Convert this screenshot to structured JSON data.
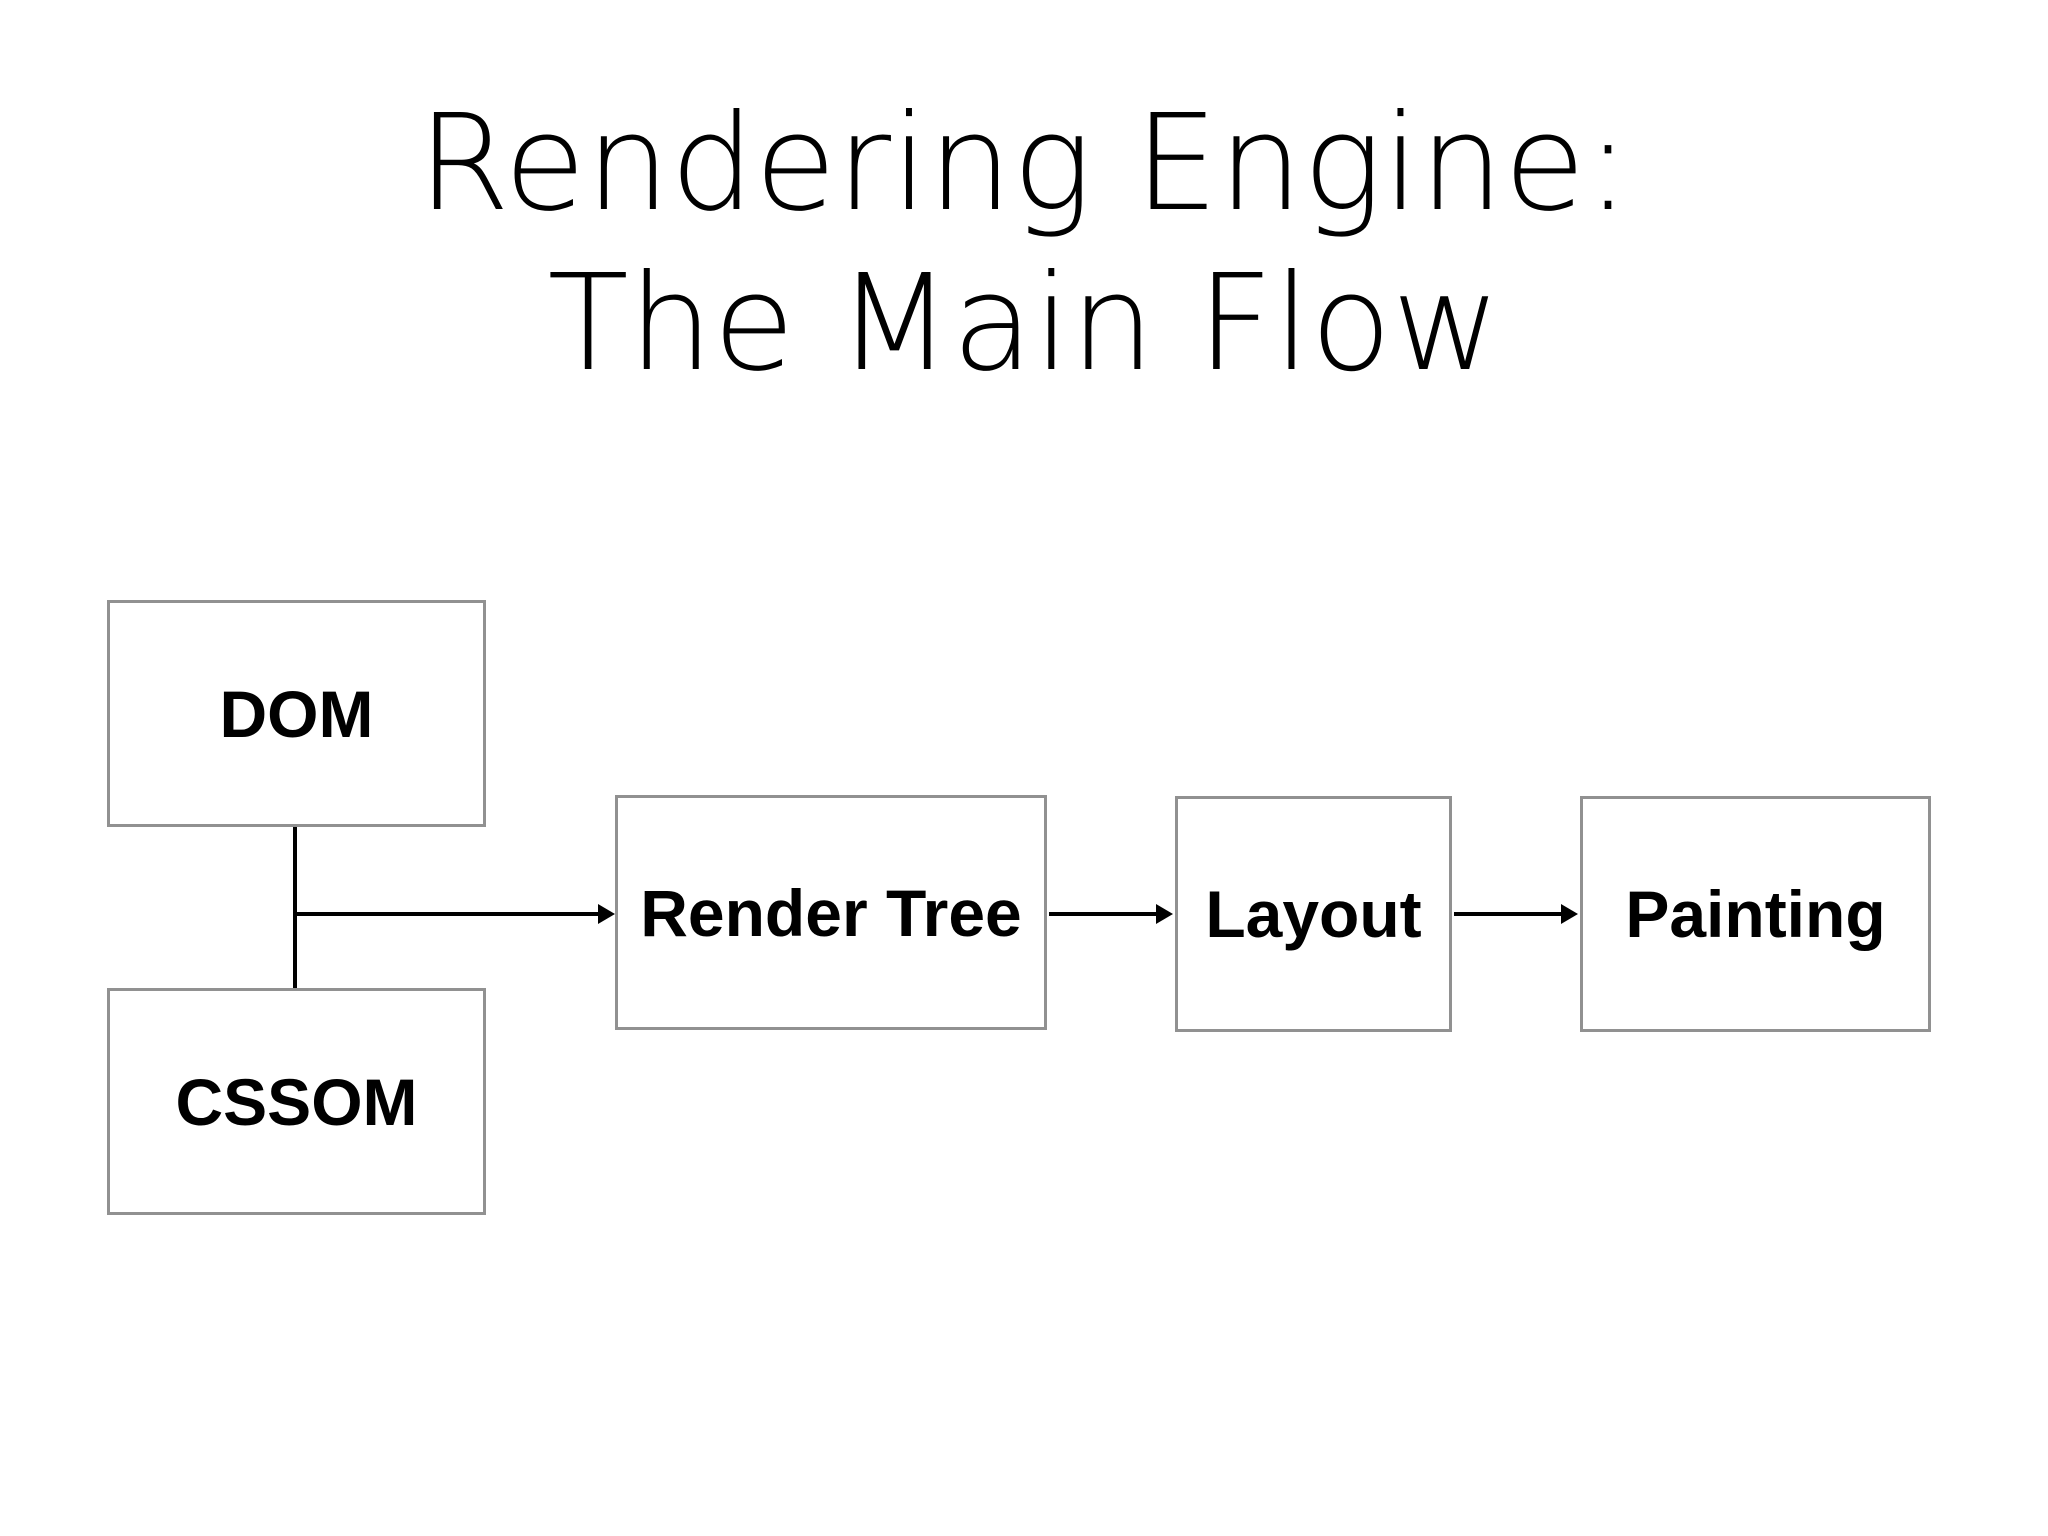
{
  "title": {
    "line1": "Rendering Engine:",
    "line2": "The Main Flow"
  },
  "diagram": {
    "nodes": [
      {
        "id": "dom",
        "label": "DOM"
      },
      {
        "id": "cssom",
        "label": "CSSOM"
      },
      {
        "id": "render-tree",
        "label": "Render Tree"
      },
      {
        "id": "layout",
        "label": "Layout"
      },
      {
        "id": "painting",
        "label": "Painting"
      }
    ],
    "connections": [
      {
        "from": "dom",
        "to": "render-tree",
        "type": "merge-arrow"
      },
      {
        "from": "cssom",
        "to": "render-tree",
        "type": "merge-arrow"
      },
      {
        "from": "render-tree",
        "to": "layout",
        "type": "arrow"
      },
      {
        "from": "layout",
        "to": "painting",
        "type": "arrow"
      }
    ]
  },
  "colors": {
    "background": "#ffffff",
    "box_fill": "#ffffff",
    "box_border": "#919191",
    "text": "#000000",
    "connector": "#000000"
  }
}
